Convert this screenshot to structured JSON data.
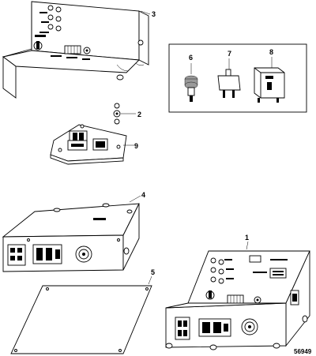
{
  "callouts": {
    "c1": "1",
    "c2": "2",
    "c3": "3",
    "c4": "4",
    "c5": "5",
    "c6": "6",
    "c7": "7",
    "c8": "8",
    "c9": "9"
  },
  "figure_number": "56949"
}
